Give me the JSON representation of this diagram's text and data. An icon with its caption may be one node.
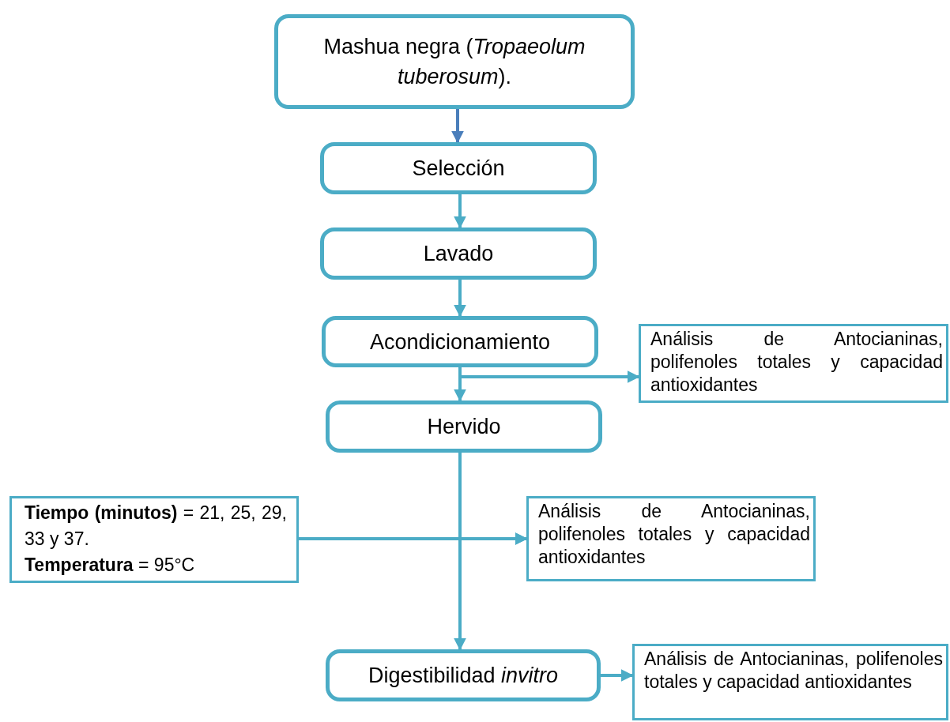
{
  "diagram": {
    "nodes": [
      {
        "text": [
          "Mashua negra (*Tropaeolum tuberosum*)."
        ]
      },
      {
        "text": [
          "Selección"
        ]
      },
      {
        "text": [
          "Lavado"
        ]
      },
      {
        "text": [
          "Acondicionamiento"
        ]
      },
      {
        "text": [
          "Análisis de Antocianinas, polifenoles totales y capacidad antioxidantes"
        ]
      },
      {
        "text": [
          "Hervido"
        ]
      },
      {
        "text": [
          "**Tiempo (minutos)** = 21, 25, 29, 33 y 37.",
          "**Temperatura** = 95°C"
        ]
      },
      {
        "text": [
          "Análisis de Antocianinas, polifenoles totales y capacidad antioxidantes"
        ]
      },
      {
        "text": [
          "Digestibilidad *invitro*"
        ]
      },
      {
        "text": [
          "Análisis de Antocianinas, polifenoles totales y capacidad antioxidantes"
        ]
      }
    ],
    "edges": [
      {
        "from": 0,
        "to": 1,
        "arrow": "to",
        "color": "#4a7ebb"
      },
      {
        "from": 1,
        "to": 2,
        "arrow": "to"
      },
      {
        "from": 2,
        "to": 3,
        "arrow": "to"
      },
      {
        "from": 3,
        "to": 5,
        "arrow": "to"
      },
      {
        "from": 3,
        "to": 4,
        "arrow": "to"
      },
      {
        "from": 5,
        "to": 8,
        "arrow": "to"
      },
      {
        "from": 5,
        "to": 7,
        "arrow": "to"
      },
      {
        "from": 6,
        "to": 7,
        "arrow": "to"
      },
      {
        "from": 8,
        "to": 9,
        "arrow": "to"
      }
    ]
  }
}
